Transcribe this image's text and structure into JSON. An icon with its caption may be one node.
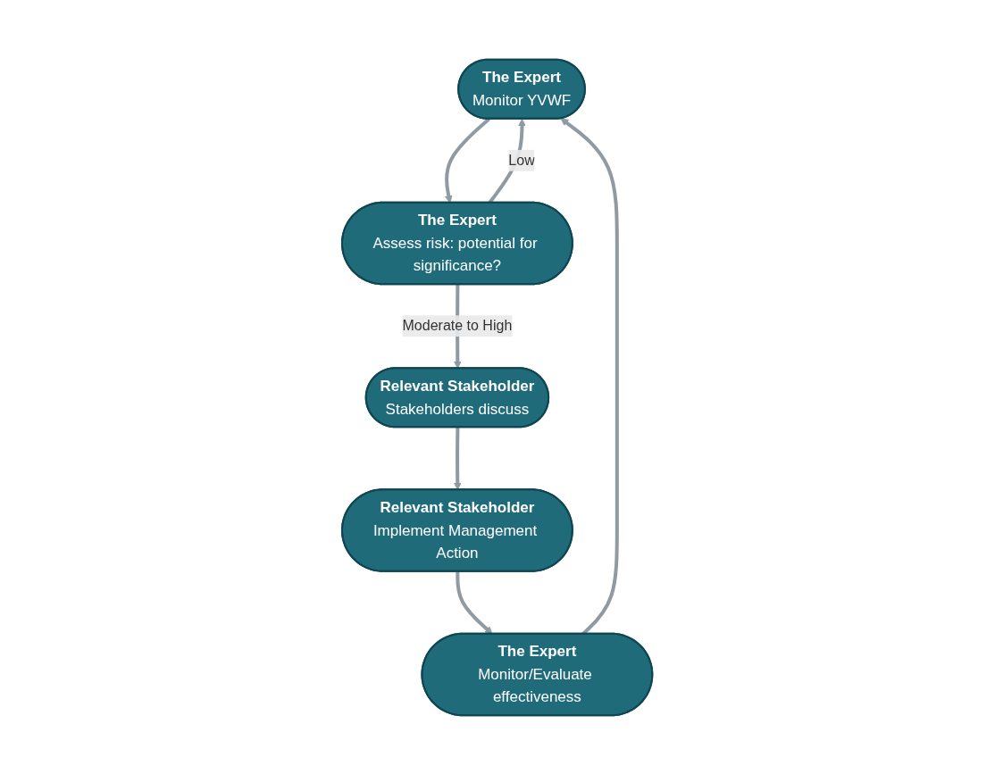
{
  "diagram": {
    "nodes": [
      {
        "text": [
          "The Expert",
          "Monitor YVWF"
        ]
      },
      {
        "text": [
          "The Expert",
          "Assess risk: potential for significance?"
        ]
      },
      {
        "text": [
          "Relevant Stakeholder",
          "Stakeholders discuss"
        ]
      },
      {
        "text": [
          "Relevant Stakeholder",
          "Implement Management Action"
        ]
      },
      {
        "text": [
          "The Expert",
          "Monitor/Evaluate effectiveness"
        ]
      }
    ],
    "edges": [
      {
        "from": 0,
        "to": 1,
        "arrow": "to"
      },
      {
        "from": 1,
        "to": 0,
        "arrow": "to",
        "label": "Low"
      },
      {
        "from": 1,
        "to": 2,
        "arrow": "to",
        "label": "Moderate to High"
      },
      {
        "from": 2,
        "to": 3,
        "arrow": "to"
      },
      {
        "from": 3,
        "to": 4,
        "arrow": "to"
      },
      {
        "from": 4,
        "to": 0,
        "arrow": "to"
      }
    ]
  }
}
